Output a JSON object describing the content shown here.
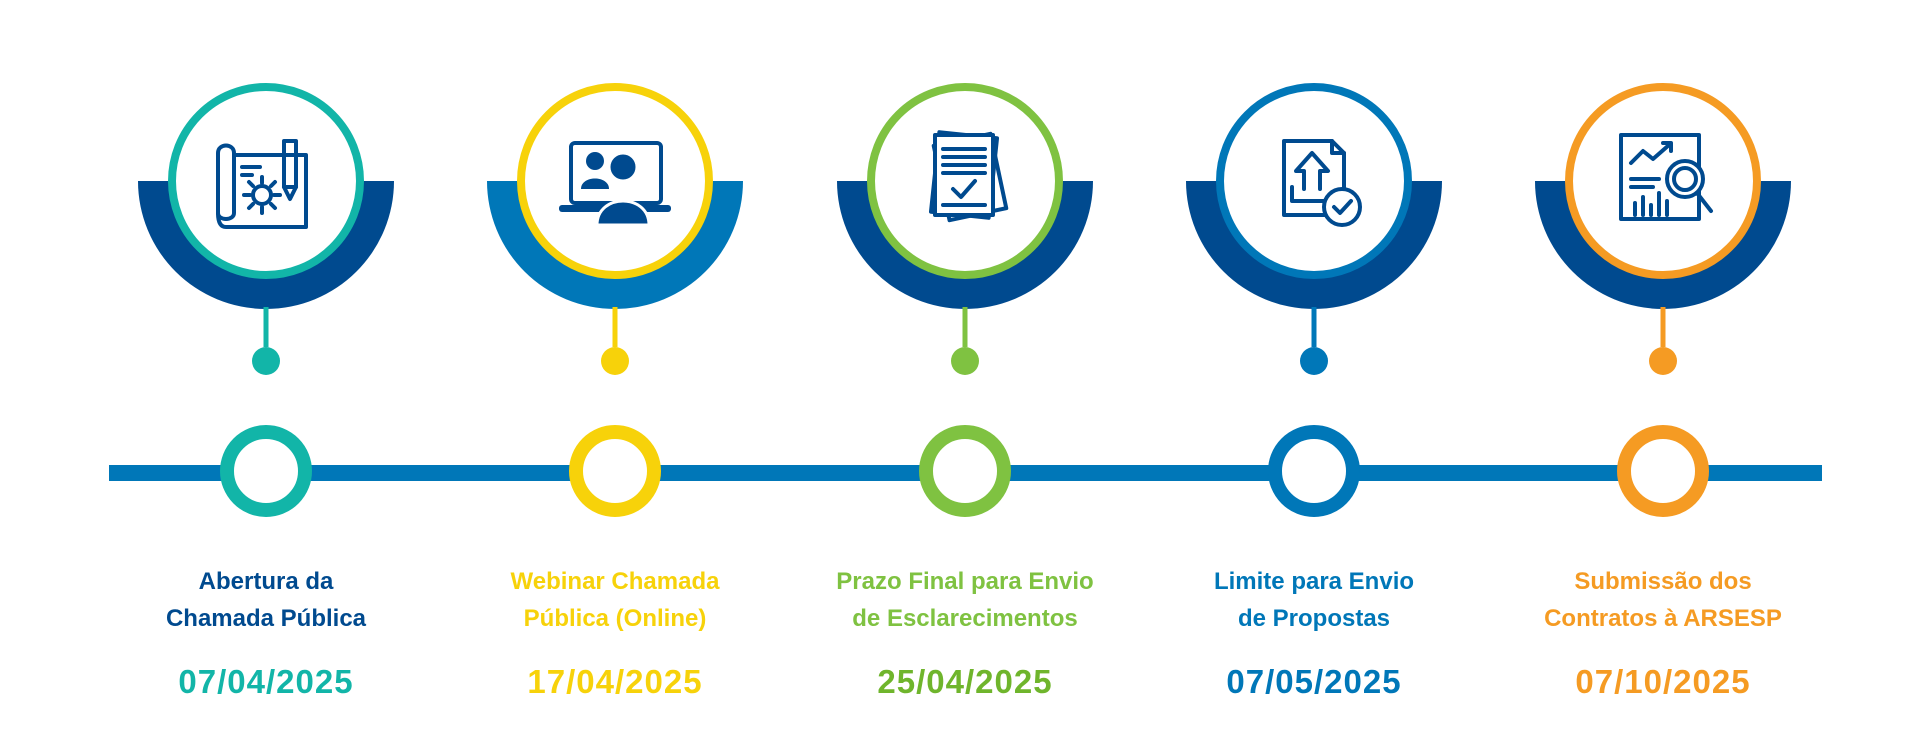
{
  "colors": {
    "navy": "#004a8f",
    "blue": "#0077b8",
    "line": "#0077b8"
  },
  "steps": [
    {
      "label": "Abertura da\nChamada Pública",
      "date": "07/04/2025",
      "color": "#12b5a8",
      "label_color": "#004a8f",
      "date_color": "#12b5a8",
      "arc_color": "#004a8f",
      "icon": "blueprint-gear-icon"
    },
    {
      "label": "Webinar Chamada\nPública (Online)",
      "date": "17/04/2025",
      "color": "#f7d20a",
      "label_color": "#f7d20a",
      "date_color": "#f7d20a",
      "arc_color": "#0077b8",
      "icon": "laptop-webinar-icon"
    },
    {
      "label": "Prazo Final para Envio\nde Esclarecimentos",
      "date": "25/04/2025",
      "color": "#7fc241",
      "label_color": "#7fc241",
      "date_color": "#6fb52c",
      "arc_color": "#004a8f",
      "icon": "document-check-icon"
    },
    {
      "label": "Limite para Envio\nde Propostas",
      "date": "07/05/2025",
      "color": "#0077b8",
      "label_color": "#0077b8",
      "date_color": "#0077b8",
      "arc_color": "#004a8f",
      "icon": "document-upload-check-icon"
    },
    {
      "label": "Submissão dos\nContratos à ARSESP",
      "date": "07/10/2025",
      "color": "#f59b23",
      "label_color": "#f59b23",
      "date_color": "#f59b23",
      "arc_color": "#004a8f",
      "icon": "report-analysis-icon"
    }
  ]
}
